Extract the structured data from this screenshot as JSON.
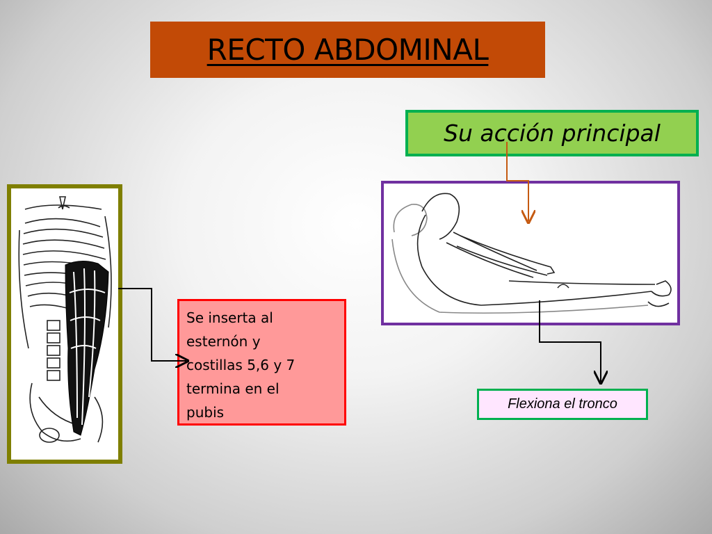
{
  "title": "RECTO ABDOMINAL",
  "action_label": "Su acción principal",
  "insertion_text": "Se inserta al\nesternón y\ncostillas 5,6 y 7\ntermina en el\npubis",
  "function_label": "Flexiona el tronco",
  "colors": {
    "title_bg": "#c24a06",
    "action_bg": "#92d050",
    "action_border": "#00b050",
    "insertion_bg": "#ff9999",
    "insertion_border": "#ff0000",
    "function_bg": "#ffe6ff",
    "function_border": "#00b050",
    "anatomy_frame": "#7f7f00",
    "figure_frame": "#7030a0",
    "orange_arrow": "#c55a11"
  },
  "images": {
    "anatomy": "rectus-abdominis-anatomy-illustration",
    "figure": "sit-up-trunk-flexion-illustration"
  }
}
